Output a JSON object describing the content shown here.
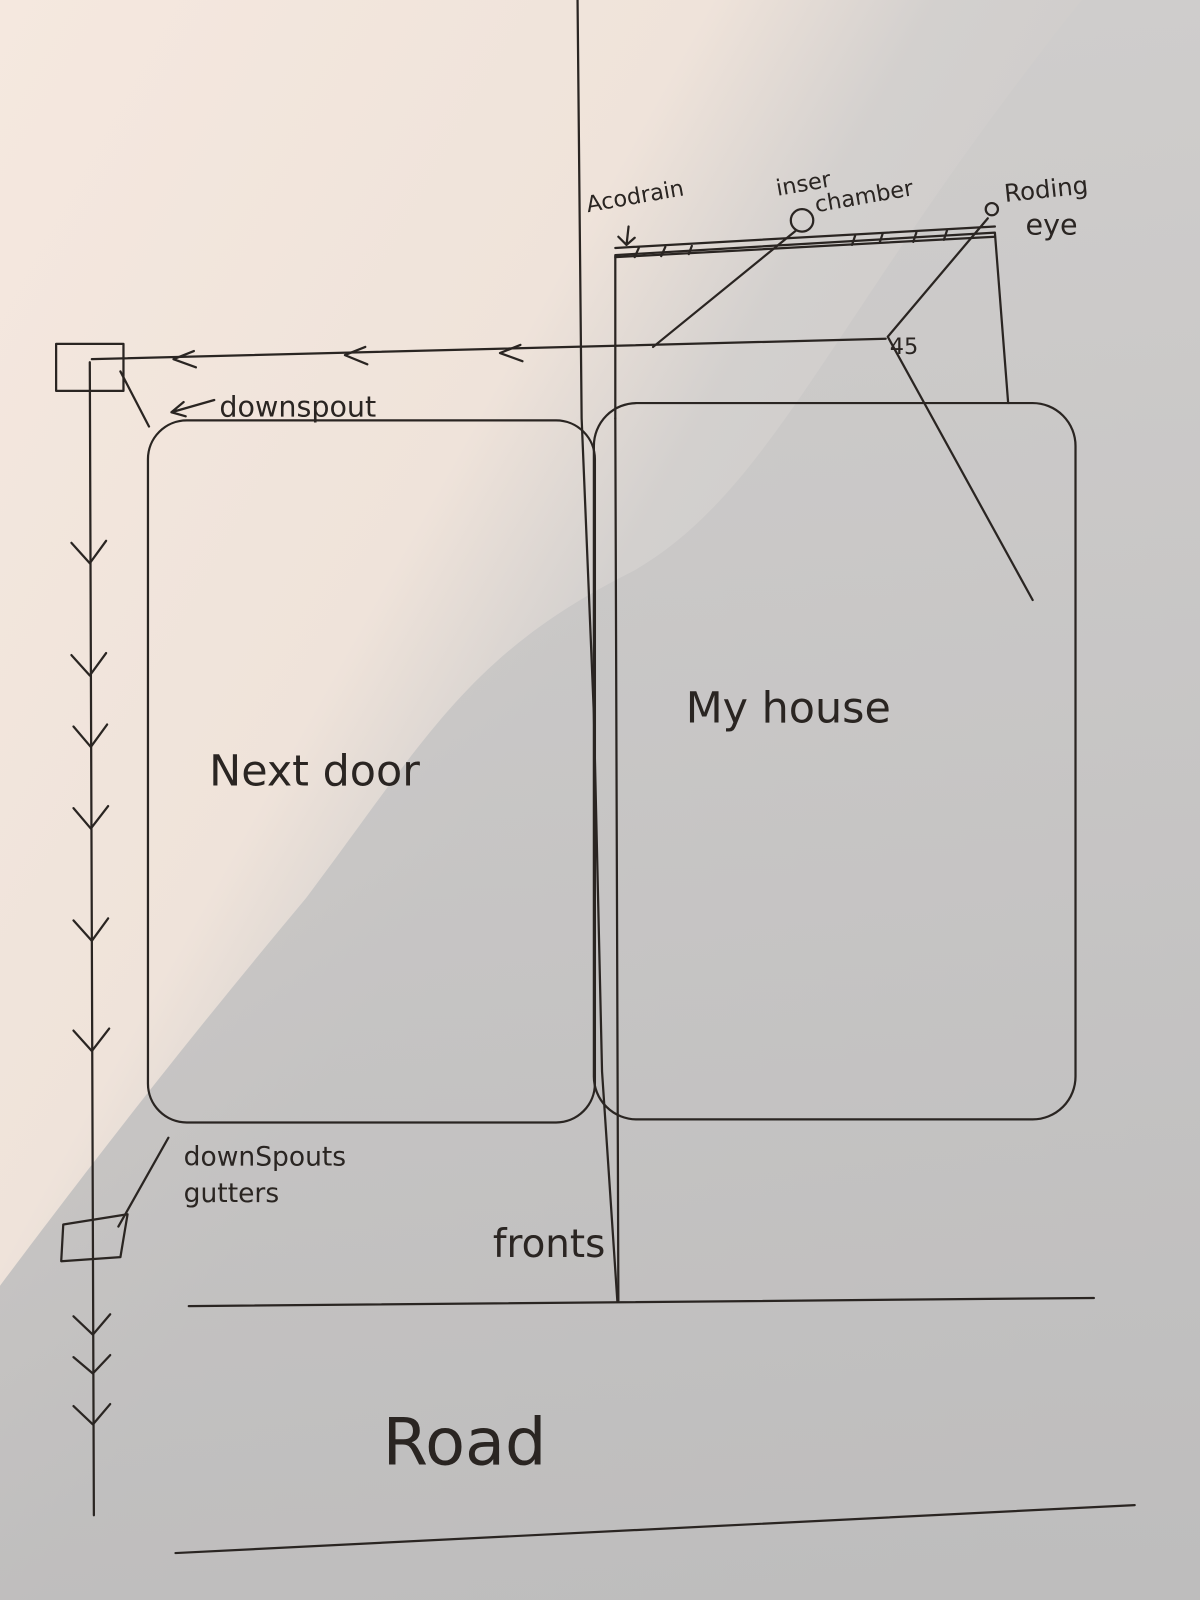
{
  "labels": {
    "acodrain": "Acodrain",
    "inspection_chamber_line1": "inser",
    "inspection_chamber_line2": "chamber",
    "rodding_eye_line1": "Roding",
    "rodding_eye_line2": "eye",
    "angle": "45",
    "downspout_top": "downspout",
    "next_door": "Next door",
    "my_house": "My house",
    "downspouts_line1": "downSpouts",
    "downspouts_line2": "gutters",
    "fronts": "fronts",
    "road": "Road"
  },
  "colors": {
    "paper_light": "#f3e6dc",
    "paper_shadow": "#c9c7c6",
    "ink": "#2a2522"
  }
}
